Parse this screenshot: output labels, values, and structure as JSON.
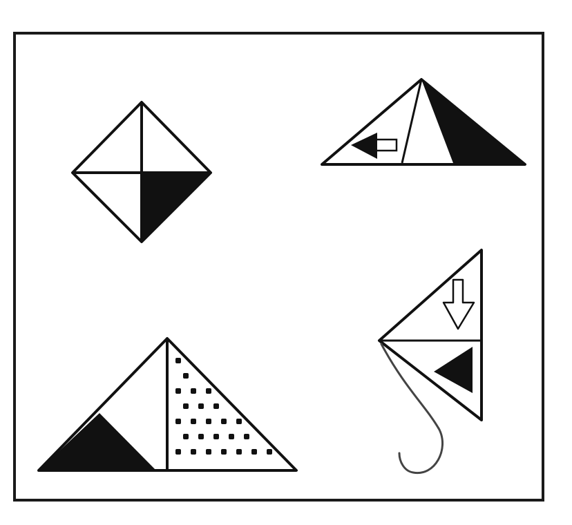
{
  "diagram": {
    "figures": [
      {
        "id": "diamond",
        "description_icon": "diamond-quartered-icon",
        "shaded_quarter": "bottom-right"
      },
      {
        "id": "mountain-triangle",
        "description_icon": "triangle-with-left-arrow-icon",
        "arrow_direction": "left"
      },
      {
        "id": "kite-with-tail",
        "description_icon": "kite-with-down-arrow-icon",
        "arrow_direction": "down"
      },
      {
        "id": "dotted-triangle",
        "description_icon": "triangle-dotted-half-icon",
        "pattern": "dots"
      }
    ],
    "colors": {
      "ink": "#111111",
      "fill": "#111111",
      "paper": "#ffffff",
      "frame": "#1a1a1a",
      "tail": "#444444"
    }
  }
}
